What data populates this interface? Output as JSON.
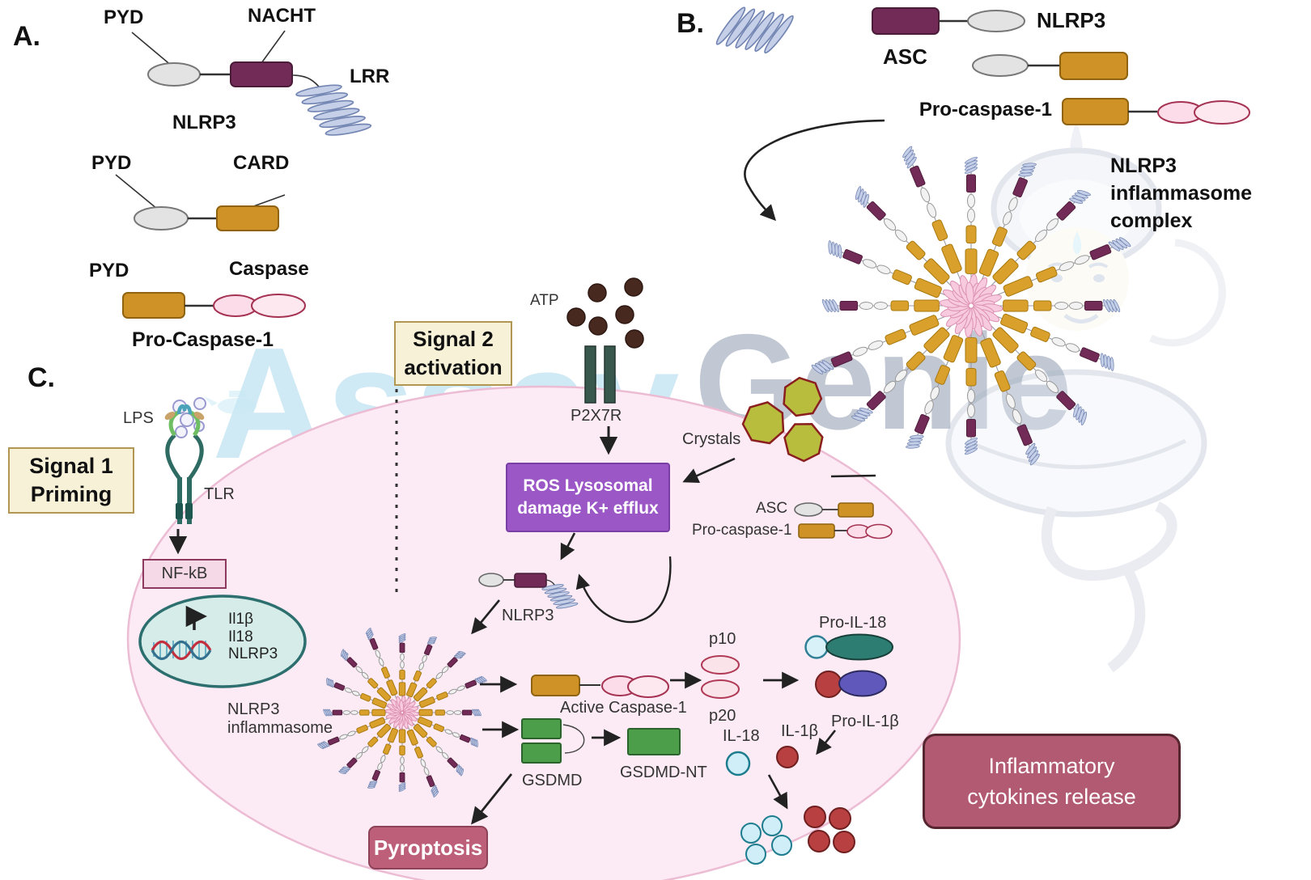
{
  "watermark": {
    "part1": "Assay",
    "part2": "Genie"
  },
  "panelA": {
    "label": "A.",
    "pyd1": "PYD",
    "nacht": "NACHT",
    "lrr": "LRR",
    "nlrp3": "NLRP3",
    "pyd2": "PYD",
    "card": "CARD",
    "pyd3": "PYD",
    "caspase": "Caspase",
    "procaspase1": "Pro-Caspase-1"
  },
  "panelB": {
    "label": "B.",
    "nlrp3": "NLRP3",
    "asc": "ASC",
    "procaspase1": "Pro-caspase-1",
    "complex_line1": "NLRP3",
    "complex_line2": "inflammasome",
    "complex_line3": "complex"
  },
  "panelC": {
    "label": "C.",
    "signal1_line1": "Signal 1",
    "signal1_line2": "Priming",
    "lps": "LPS",
    "tlr": "TLR",
    "nfkb": "NF-kB",
    "genes": {
      "il1b": "Il1β",
      "il18": "Il18",
      "nlrp3": "NLRP3"
    },
    "inflammasome_line1": "NLRP3",
    "inflammasome_line2": "inflammasome",
    "signal2_line1": "Signal 2",
    "signal2_line2": "activation",
    "atp": "ATP",
    "p2x7r": "P2X7R",
    "ros_line1": "ROS Lysosomal",
    "ros_line2": "damage K+ efflux",
    "crystals": "Crystals",
    "asc": "ASC",
    "procaspase1": "Pro-caspase-1",
    "nlrp3": "NLRP3",
    "active_caspase1": "Active Caspase-1",
    "p10": "p10",
    "p20": "p20",
    "pro_il18": "Pro-IL-18",
    "pro_il1b": "Pro-IL-1β",
    "il18": "IL-18",
    "il1b": "IL-1β",
    "gsdmd": "GSDMD",
    "gsdmd_nt": "GSDMD-NT",
    "pyroptosis": "Pyroptosis",
    "cytokines_line1": "Inflammatory",
    "cytokines_line2": "cytokines release"
  },
  "colors": {
    "pyd_grey": "#e3e3e3",
    "nacht_purple": "#722b57",
    "card_gold": "#cf9227",
    "caspase_pink": "#fbdce8",
    "caspase_border": "#a53252",
    "lrr_blue": "#c6cfe8",
    "lrr_border": "#7386b3",
    "cell_fill": "#fcebf4",
    "cell_border": "#ecbcd4",
    "nucleus_fill": "#d5ece8",
    "nucleus_border": "#2d6f6f",
    "signal_box_fill": "#f6f1d7",
    "signal_box_border": "#b29752",
    "ros_purple": "#9a57c5",
    "nfkb_pink": "#f5d9e6",
    "pyroptosis_mauve": "#bd5f79",
    "cytokines_mauve": "#b25a72",
    "gsdmd_green": "#4d9e4b",
    "crystal_olive": "#b9bd3e",
    "crystal_border": "#8b1f1f",
    "atp_brown": "#47291f",
    "p2x7r_teal": "#39584d",
    "il18_blue": "#cfeef8",
    "il1b_red": "#b94040",
    "pro_il18_teal": "#2e7d72",
    "pro_il1b_violet": "#6158bb",
    "watermark_blue": "#c7e5f4",
    "watermark_grey": "#b6bfcc"
  }
}
